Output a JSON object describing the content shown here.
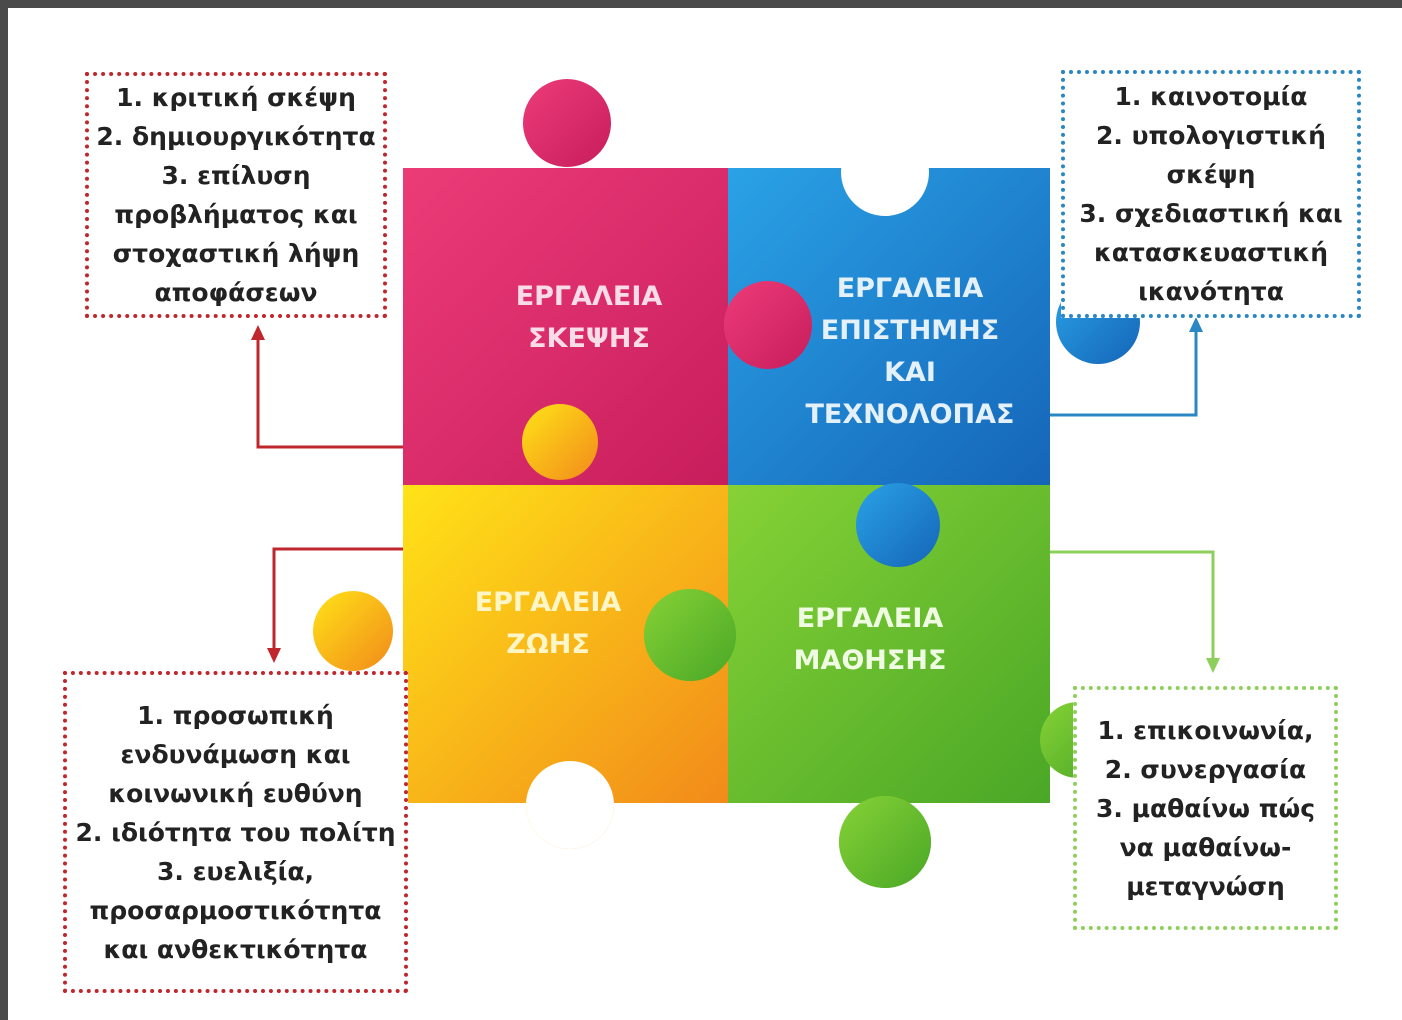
{
  "pieces": {
    "thinking": {
      "label_lines": [
        "ΕΡΓΑΛΕΙΑ",
        "ΣΚΕΨΗΣ"
      ],
      "color": "#e52a6f"
    },
    "science": {
      "label_lines": [
        "ΕΡΓΑΛΕΙΑ",
        "ΕΠΙΣΤΗΜΗΣ",
        "ΚΑΙ",
        "ΤΕΧΝΟΛΟΠΑΣ"
      ],
      "color": "#1f8fd8"
    },
    "life": {
      "label_lines": [
        "ΕΡΓΑΛΕΙΑ",
        "ΖΩΗΣ"
      ],
      "color": "#f7c21a"
    },
    "learning": {
      "label_lines": [
        "ΕΡΓΑΛΕΙΑ",
        "ΜΑΘΗΣΗΣ"
      ],
      "color": "#6fc22f"
    }
  },
  "boxes": {
    "top_left": {
      "lines": [
        "1. κριτική σκέψη",
        "2. δημιουργικότητα",
        "3. επίλυση",
        "προβλήματος και",
        "στοχαστική λήψη",
        "αποφάσεων"
      ],
      "border_color": "#c0272d"
    },
    "top_right": {
      "lines": [
        "1. καινοτομία",
        "2. υπολογιστική",
        "σκέψη",
        "3. σχεδιαστική και",
        "κατασκευαστική",
        "ικανότητα"
      ],
      "border_color": "#2b87c4"
    },
    "bottom_left": {
      "lines": [
        "1. προσωπική",
        "ενδυνάμωση και",
        "κοινωνική ευθύνη",
        "2. ιδιότητα του πολίτη",
        "3. ευελιξία,",
        "προσαρμοστικότητα",
        "και ανθεκτικότητα"
      ],
      "border_color": "#c0272d"
    },
    "bottom_right": {
      "lines": [
        "1. επικοινωνία,",
        "2. συνεργασία",
        "3. μαθαίνω πώς",
        "να μαθαίνω-",
        "μεταγνώση"
      ],
      "border_color": "#8ccf5a"
    }
  }
}
